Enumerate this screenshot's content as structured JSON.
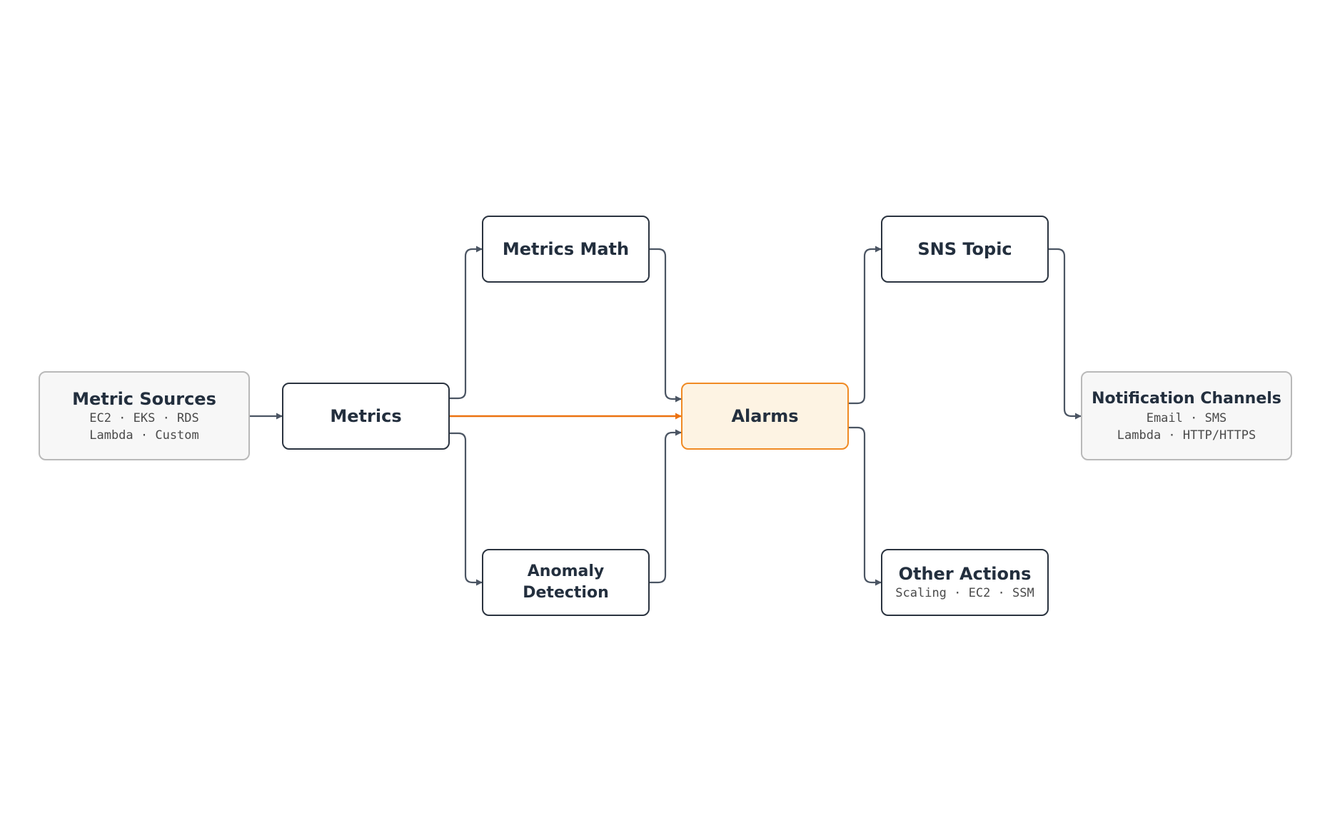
{
  "nodes": {
    "metric_sources": {
      "title": "Metric Sources",
      "lines": [
        "EC2 · EKS · RDS",
        "Lambda · Custom"
      ]
    },
    "metrics": {
      "title": "Metrics"
    },
    "metrics_math": {
      "title": "Metrics Math"
    },
    "anomaly_detection": {
      "title": "Anomaly Detection"
    },
    "alarms": {
      "title": "Alarms"
    },
    "sns_topic": {
      "title": "SNS Topic"
    },
    "other_actions": {
      "title": "Other Actions",
      "lines": [
        "Scaling · EC2 · SSM"
      ]
    },
    "notification_channels": {
      "title": "Notification Channels",
      "lines": [
        "Email · SMS",
        "Lambda · HTTP/HTTPS"
      ]
    }
  },
  "edges": [
    {
      "from": "metric_sources",
      "to": "metrics"
    },
    {
      "from": "metrics",
      "to": "metrics_math"
    },
    {
      "from": "metrics",
      "to": "alarms",
      "highlight": true
    },
    {
      "from": "metrics",
      "to": "anomaly_detection"
    },
    {
      "from": "metrics_math",
      "to": "alarms"
    },
    {
      "from": "anomaly_detection",
      "to": "alarms"
    },
    {
      "from": "alarms",
      "to": "sns_topic"
    },
    {
      "from": "alarms",
      "to": "other_actions"
    },
    {
      "from": "sns_topic",
      "to": "notification_channels"
    }
  ],
  "colors": {
    "edge": "#4b5563",
    "highlight": "#ec7211",
    "node_border": "#2b3440",
    "accent_fill": "#fdf3e3",
    "muted_fill": "#f7f7f7"
  }
}
